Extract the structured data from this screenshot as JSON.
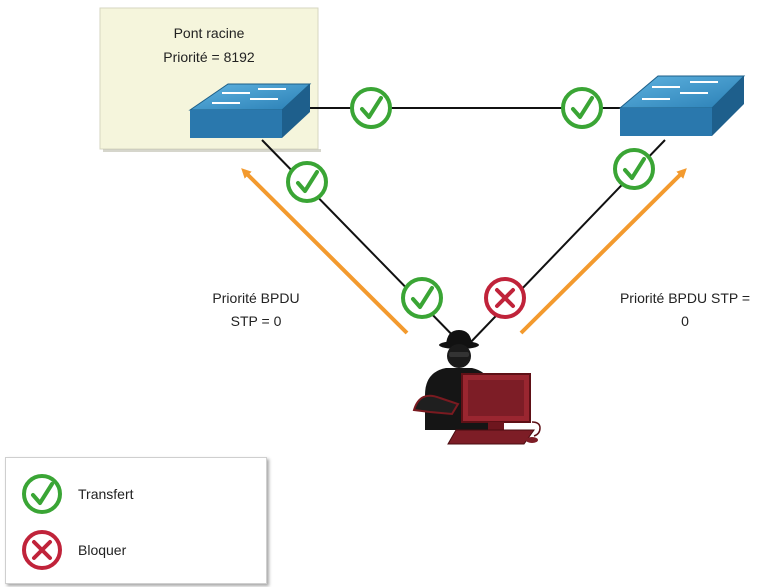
{
  "root_bridge": {
    "title": "Pont racine",
    "priority": "Priorité = 8192"
  },
  "labels": {
    "left_bpdu": "Priorité BPDU\nSTP = 0",
    "right_bpdu": "Priorité BPDU STP =\n0"
  },
  "legend": {
    "forwarding": "Transfert",
    "blocking": "Bloquer"
  },
  "colors": {
    "root_box": "#f5f5dc",
    "switch": "#2e84b8",
    "check": "#3aa535",
    "block": "#c0233a",
    "arrow": "#f39a2e",
    "attacker": "#8b1c24"
  },
  "icons": [
    "switch-icon",
    "check-icon",
    "block-icon",
    "attacker-icon",
    "computer-icon"
  ]
}
